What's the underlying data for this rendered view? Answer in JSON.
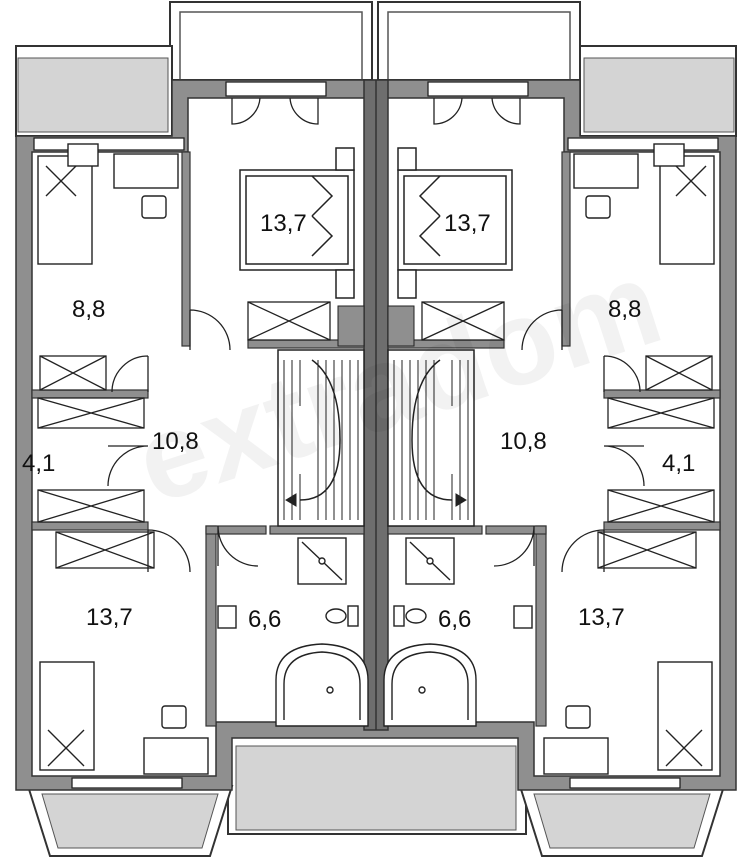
{
  "rooms": {
    "left": {
      "bedroom_top": "8,8",
      "master_bedroom": "13,7",
      "storage": "4,1",
      "hall": "10,8",
      "bedroom_bottom": "13,7",
      "bathroom": "6,6"
    },
    "right": {
      "bedroom_top": "8,8",
      "master_bedroom": "13,7",
      "storage": "4,1",
      "hall": "10,8",
      "bedroom_bottom": "13,7",
      "bathroom": "6,6"
    }
  },
  "watermark": "extradom",
  "colors": {
    "wall": "#8f8f8f",
    "wall_dark": "#6e6e6e",
    "terrace": "#d4d4d4",
    "line": "#222222",
    "background": "#ffffff"
  }
}
